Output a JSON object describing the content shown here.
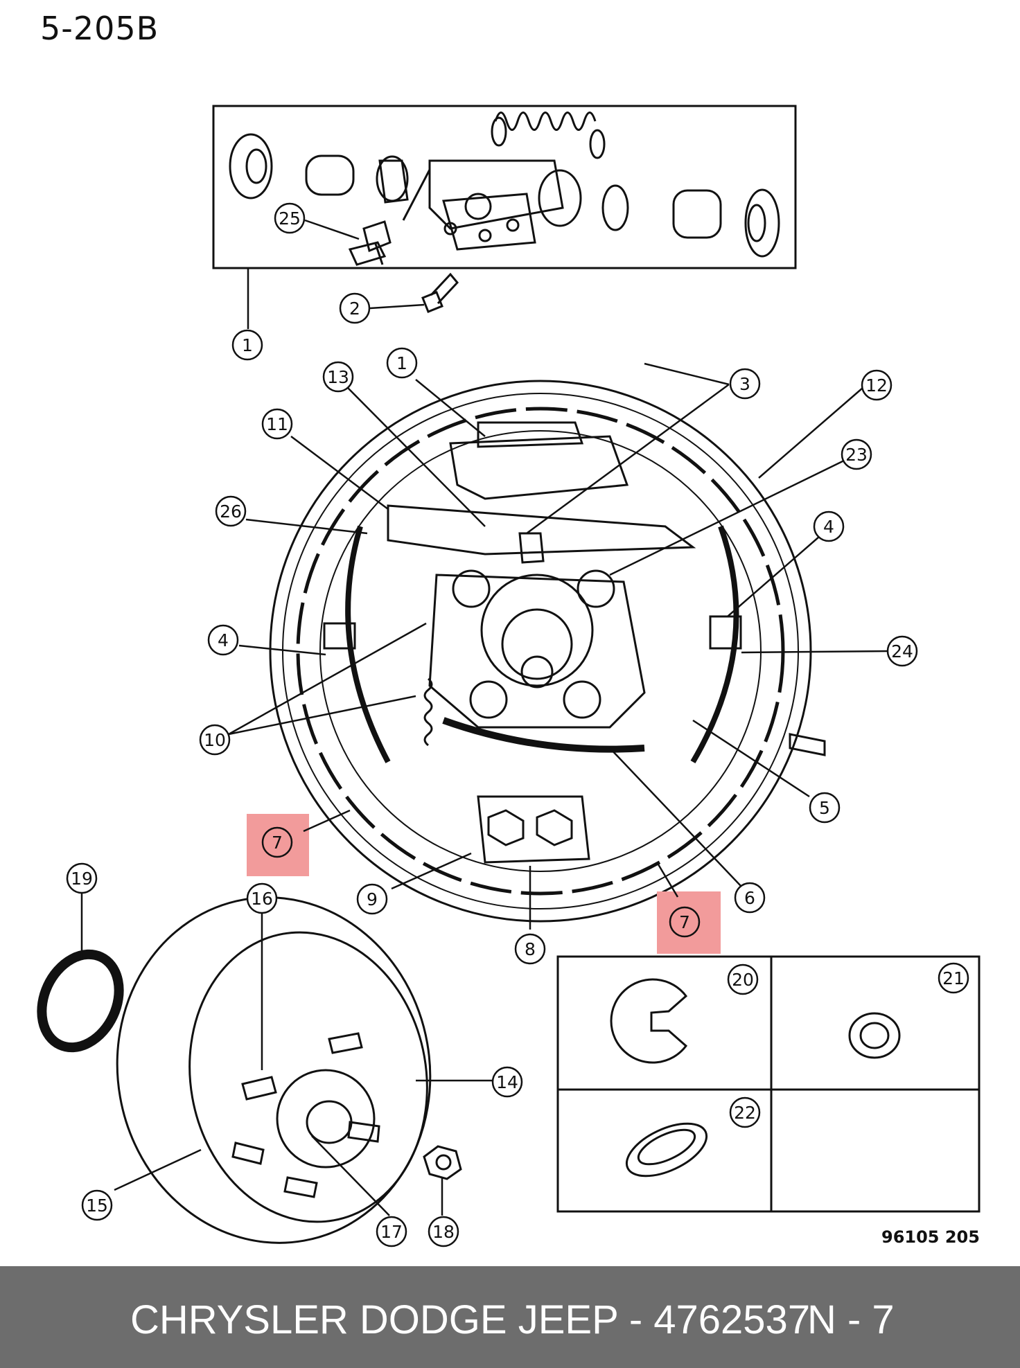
{
  "page_code": "5-205B",
  "reference_code": "96105  205",
  "footer": {
    "title": "CHRYSLER DODGE JEEP - 4762537",
    "code": "N - 7"
  },
  "colors": {
    "highlight": "#f29b9b",
    "footer_bg": "#6d6d6d",
    "ink": "#111111"
  },
  "callouts": [
    {
      "id": "c-25",
      "label": "25"
    },
    {
      "id": "c-1-top",
      "label": "1"
    },
    {
      "id": "c-2",
      "label": "2"
    },
    {
      "id": "c-13",
      "label": "13"
    },
    {
      "id": "c-1-mid",
      "label": "1"
    },
    {
      "id": "c-3",
      "label": "3"
    },
    {
      "id": "c-12",
      "label": "12"
    },
    {
      "id": "c-11",
      "label": "11"
    },
    {
      "id": "c-23",
      "label": "23"
    },
    {
      "id": "c-26",
      "label": "26"
    },
    {
      "id": "c-4-right",
      "label": "4"
    },
    {
      "id": "c-4-left",
      "label": "4"
    },
    {
      "id": "c-24",
      "label": "24"
    },
    {
      "id": "c-10",
      "label": "10"
    },
    {
      "id": "c-5",
      "label": "5"
    },
    {
      "id": "c-7-left",
      "label": "7",
      "highlighted": true
    },
    {
      "id": "c-9",
      "label": "9"
    },
    {
      "id": "c-6",
      "label": "6"
    },
    {
      "id": "c-19",
      "label": "19"
    },
    {
      "id": "c-16",
      "label": "16"
    },
    {
      "id": "c-7-right",
      "label": "7",
      "highlighted": true
    },
    {
      "id": "c-8",
      "label": "8"
    },
    {
      "id": "c-20",
      "label": "20"
    },
    {
      "id": "c-21",
      "label": "21"
    },
    {
      "id": "c-14",
      "label": "14"
    },
    {
      "id": "c-22",
      "label": "22"
    },
    {
      "id": "c-15",
      "label": "15"
    },
    {
      "id": "c-17",
      "label": "17"
    },
    {
      "id": "c-18",
      "label": "18"
    }
  ]
}
